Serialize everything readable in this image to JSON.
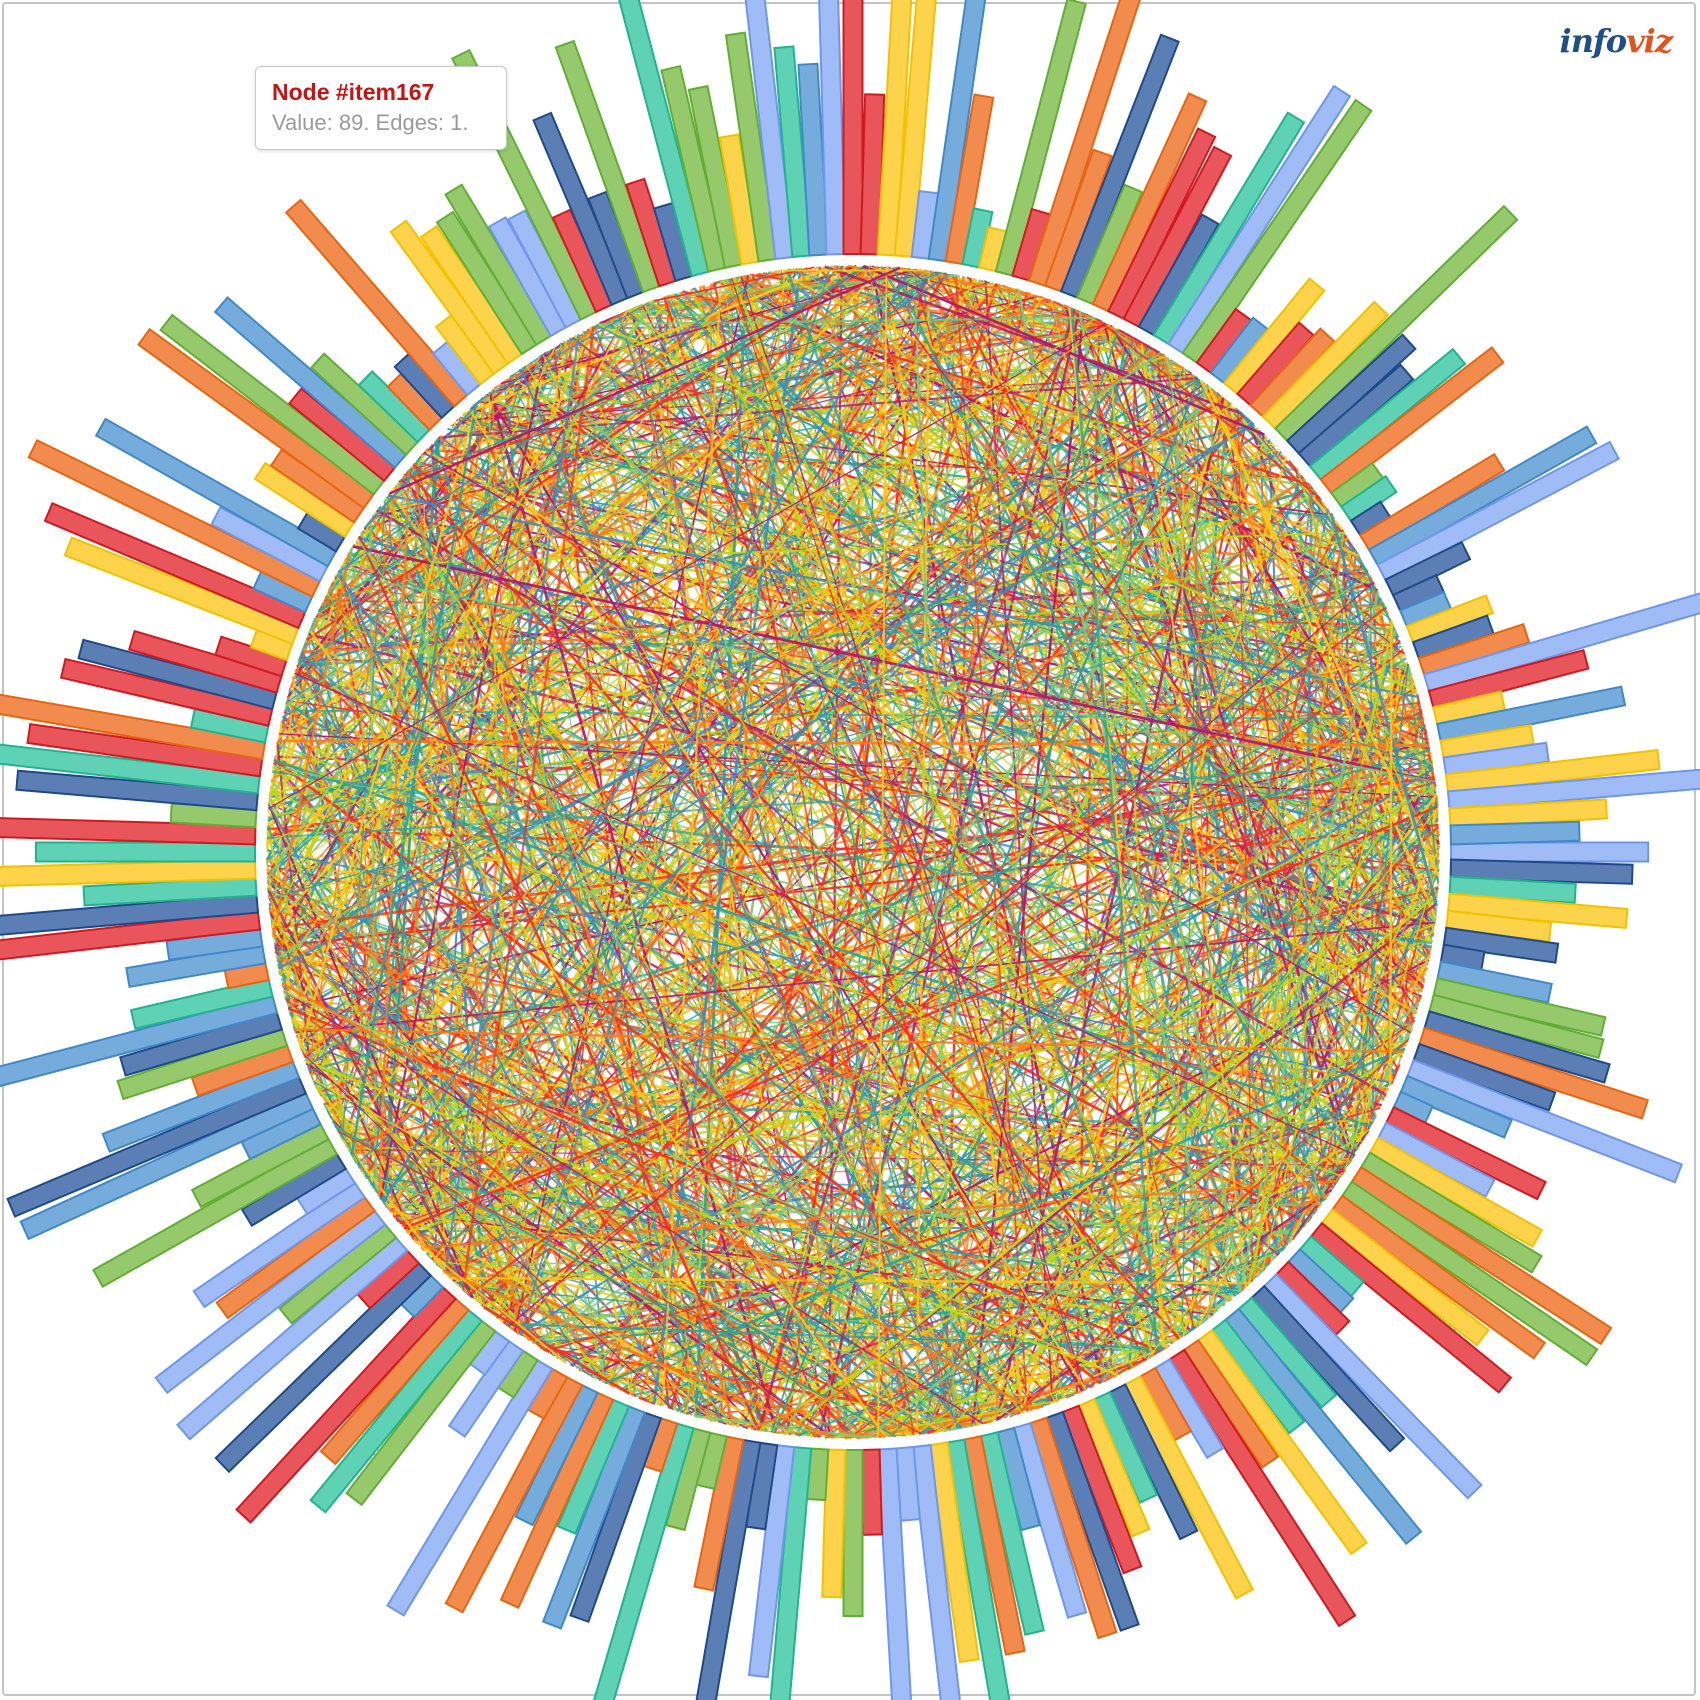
{
  "logo": {
    "part1": "info",
    "part2": "viz"
  },
  "tooltip": {
    "title": "Node #item167",
    "text": "Value: 89. Edges: 1."
  },
  "colors": {
    "bar_fills": [
      "#e8555a",
      "#f28c4e",
      "#fcd34a",
      "#95c96b",
      "#5fd1b5",
      "#76acdc",
      "#9fbcf7",
      "#5b7fb5"
    ],
    "bar_strokes": [
      "#d11920",
      "#e8650f",
      "#f2c200",
      "#62ae35",
      "#21b48f",
      "#3f88c9",
      "#6f96ea",
      "#1f4a8a"
    ],
    "edge_colors": [
      "#f4301f",
      "#ff7a1a",
      "#ffc61a",
      "#c5d415",
      "#7ec97a",
      "#2ba39a",
      "#3a8fbf",
      "#b01c6a"
    ],
    "tooltip_title": "#cc1111"
  },
  "chart_data": {
    "type": "radial-bar-network",
    "node_count": 220,
    "highlighted_node": {
      "id": "item167",
      "value": 89,
      "edges": 1
    },
    "value_range": [
      0,
      100
    ],
    "legend": "none",
    "grid": false
  }
}
